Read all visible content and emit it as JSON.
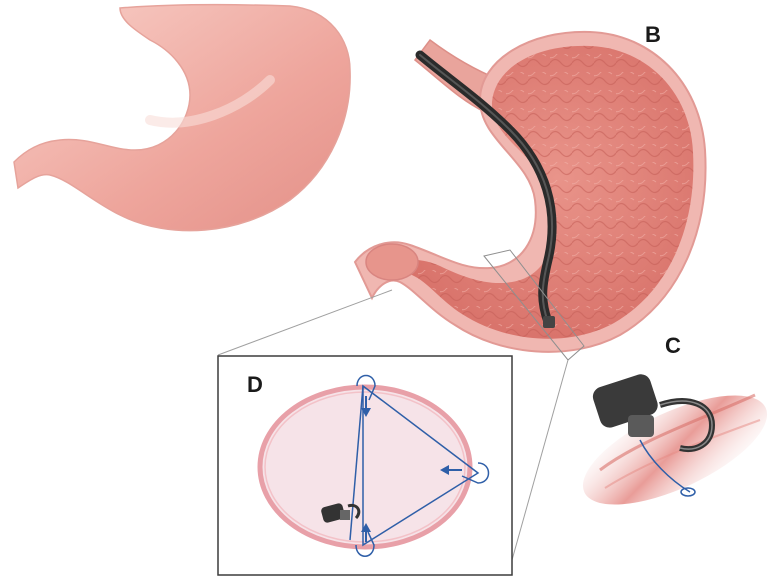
{
  "labels": {
    "b": "B",
    "c": "C",
    "d": "D"
  },
  "colors": {
    "stomach_fill": "#f0b7b1",
    "stomach_light": "#f9d6d0",
    "mucosa": "#e7897f",
    "mucosa_fold": "#c8645c",
    "outline": "#e29a95",
    "endoscope": "#2b2b2b",
    "callout_box": "#3c3c3c",
    "suture_line": "#2f5fa8",
    "lumen_fill": "#f6e3e8",
    "lumen_ring": "#e8a0a8"
  },
  "icons": {
    "endoscope_tip_c": "endoscope-suturing-device-icon",
    "endoscope_tip_d": "endoscope-suturing-device-icon"
  }
}
